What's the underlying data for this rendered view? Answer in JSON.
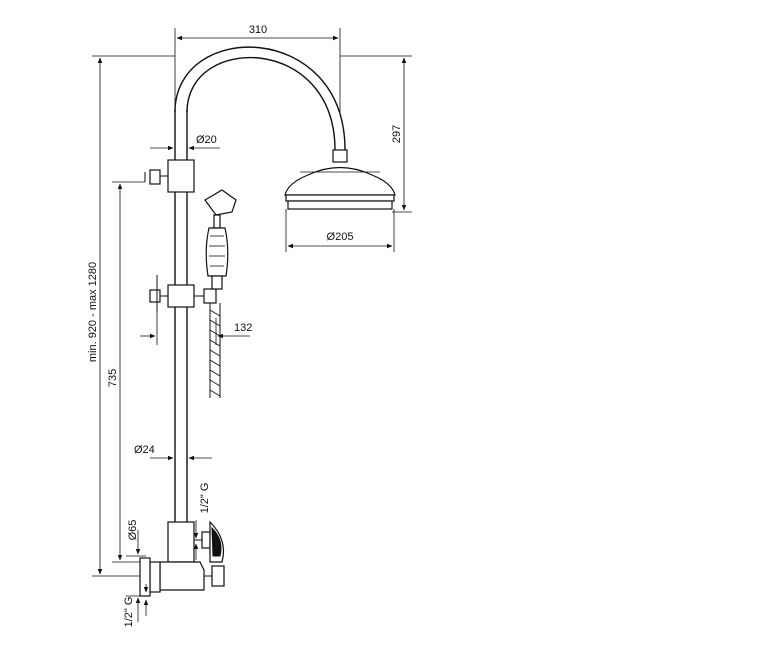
{
  "dimensions": {
    "arm_span": "310",
    "head_drop": "297",
    "pipe_upper_diameter": "Ø20",
    "head_diameter": "Ø205",
    "hand_shower_offset": "132",
    "pipe_lower_diameter": "Ø24",
    "inlet_thread_right": "1/2\" G",
    "rosette_diameter": "Ø65",
    "inlet_thread_left": "1/2\" G",
    "height_to_holder": "735",
    "height_range": "min. 920 - max 1280"
  }
}
